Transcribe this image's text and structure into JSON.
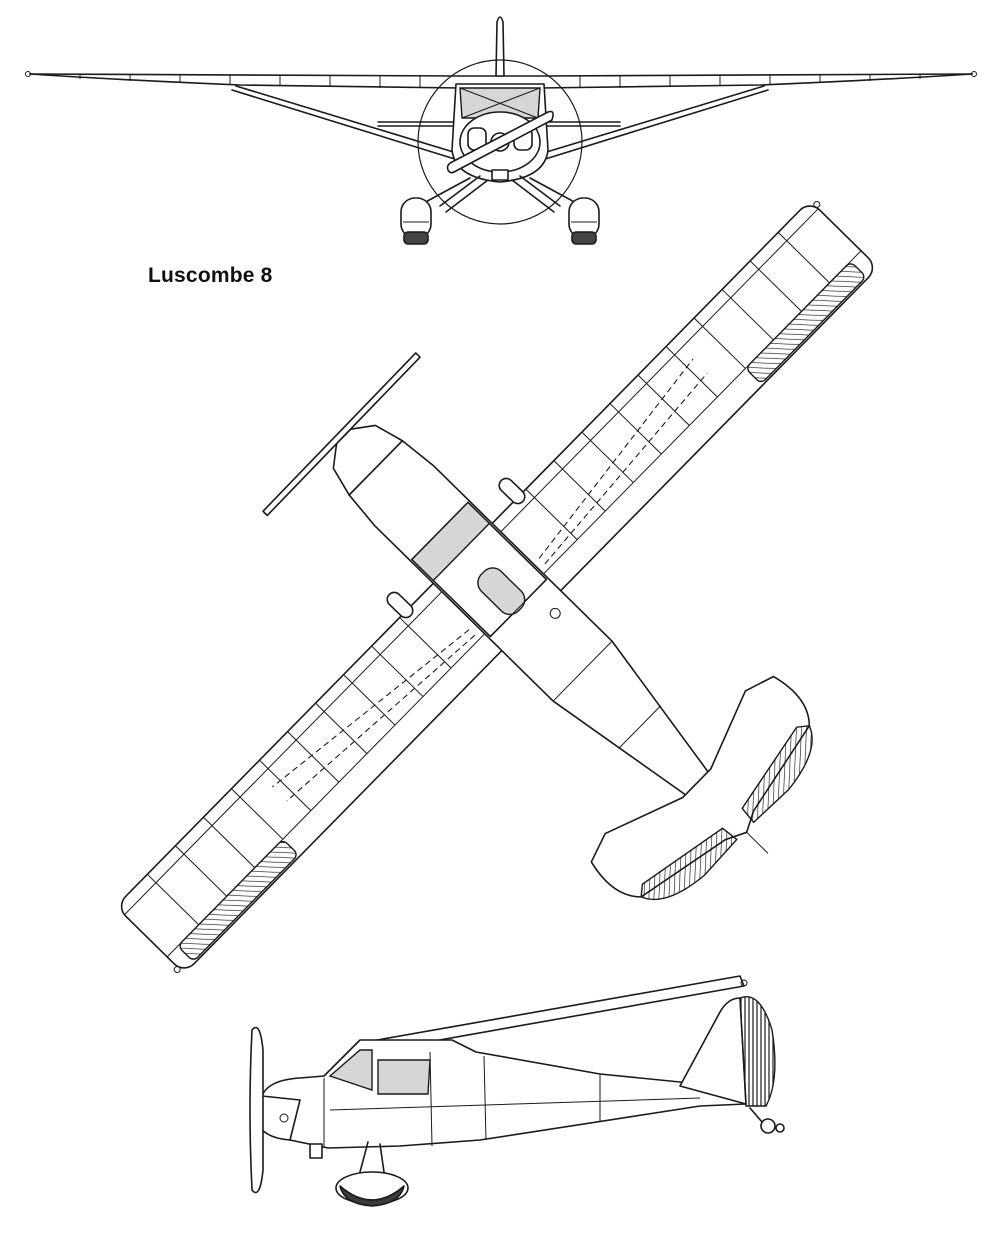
{
  "title": "Luscombe 8",
  "views": [
    "front",
    "top",
    "side"
  ]
}
